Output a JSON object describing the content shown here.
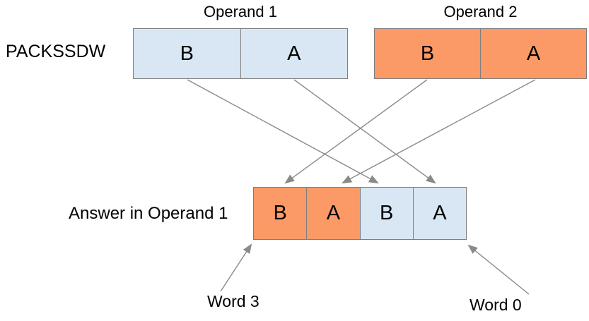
{
  "diagram": {
    "instruction_label": "PACKSSDW",
    "operand1": {
      "title": "Operand 1",
      "cells": [
        {
          "label": "B"
        },
        {
          "label": "A"
        }
      ]
    },
    "operand2": {
      "title": "Operand 2",
      "cells": [
        {
          "label": "B"
        },
        {
          "label": "A"
        }
      ]
    },
    "answer": {
      "label": "Answer in Operand 1",
      "cells": [
        {
          "label": "B",
          "source": "operand2"
        },
        {
          "label": "A",
          "source": "operand2"
        },
        {
          "label": "B",
          "source": "operand1"
        },
        {
          "label": "A",
          "source": "operand1"
        }
      ]
    },
    "annotations": {
      "word3": "Word 3",
      "word0": "Word 0"
    },
    "connections": [
      {
        "from": "operand1-cell-b",
        "to": "answer-cell-2"
      },
      {
        "from": "operand1-cell-a",
        "to": "answer-cell-3"
      },
      {
        "from": "operand2-cell-b",
        "to": "answer-cell-0"
      },
      {
        "from": "operand2-cell-a",
        "to": "answer-cell-1"
      },
      {
        "from": "word3-label",
        "to": "answer-bottom-left-corner"
      },
      {
        "from": "word0-label",
        "to": "answer-bottom-right-corner"
      }
    ],
    "colors": {
      "operand1_fill": "#d8e7f3",
      "operand2_fill": "#fb9a66",
      "border": "#7f7f7f",
      "arrow": "#8a8a8a"
    }
  }
}
